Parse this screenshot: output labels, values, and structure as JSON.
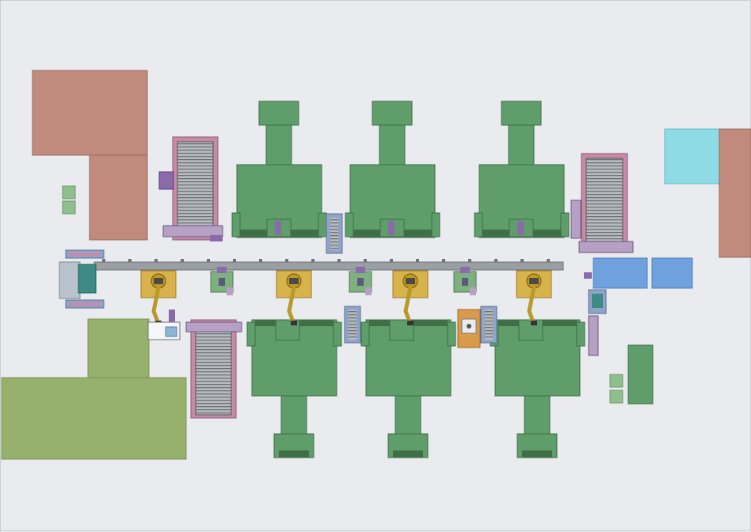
{
  "drawing": {
    "type": "production-line-layout",
    "background": "#e9ebee",
    "colors": {
      "machine_green": "#5f9e6a",
      "machine_green_dark": "#3e6f47",
      "zone_brown": "#c08a7c",
      "zone_olive": "#96b06e",
      "zone_cyan": "#8edbe6",
      "zone_blue": "#6fa1de",
      "robot_yellow": "#d8b24a",
      "fixture_green": "#7fb07f",
      "conveyor_grey": "#9a9fa3",
      "conveyor_frame_pink": "#c78aa8",
      "accent_orange": "#d99a4a",
      "accent_purple": "#8a6aa8"
    },
    "counts": {
      "upper_machines": 3,
      "lower_machines": 3,
      "robots": 4,
      "fixtures_on_line": 3,
      "roller_conveyors": 3
    }
  }
}
